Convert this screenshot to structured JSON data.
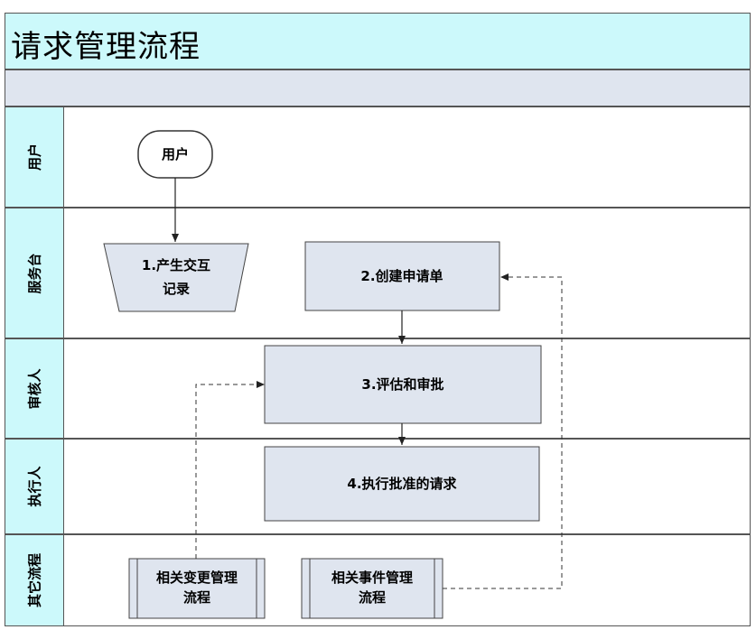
{
  "title": "请求管理流程",
  "lanes": [
    {
      "label": "用户"
    },
    {
      "label": "服务台"
    },
    {
      "label": "审核人"
    },
    {
      "label": "执行人"
    },
    {
      "label": "其它流程"
    }
  ],
  "nodes": {
    "start": "用户",
    "step1": [
      "1.产生交互",
      "记录"
    ],
    "step2": "2.创建申请单",
    "step3": "3.评估和审批",
    "step4": "4.执行批准的请求",
    "change_process": [
      "相关变更管理",
      "流程"
    ],
    "incident_process": [
      "相关事件管理",
      "流程"
    ]
  },
  "colors": {
    "title_bg": "#ccf9fb",
    "lane_header_bg": "#ccf9fb",
    "sub_bar_bg": "#dfe5ef",
    "process_box_fill": "#dfe5ef",
    "border": "#555555"
  }
}
